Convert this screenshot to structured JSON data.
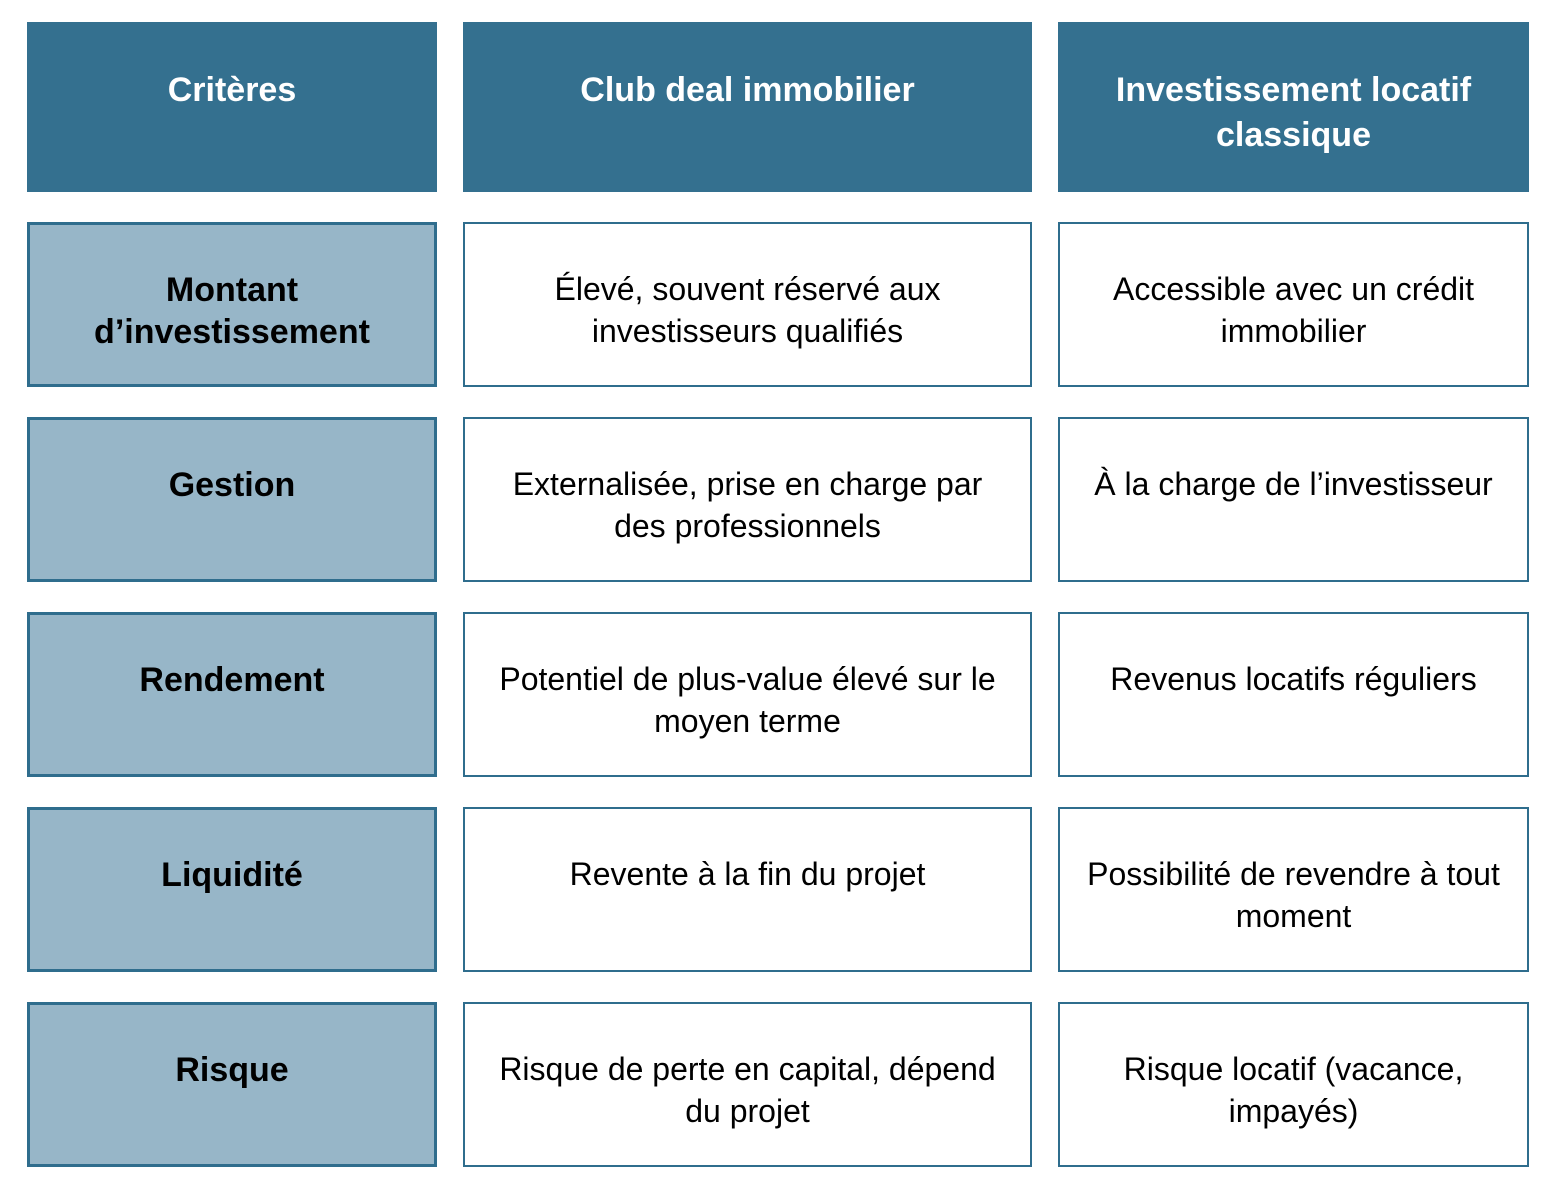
{
  "colors": {
    "header_bg": "#34708F",
    "header_text": "#FFFFFF",
    "row_label_bg": "#97B6C8",
    "cell_border": "#2F6D8D",
    "cell_bg": "#FFFFFF",
    "body_text": "#000000",
    "page_bg": "#FFFFFF"
  },
  "chart_data": {
    "type": "table",
    "title": "",
    "columns": [
      "Critères",
      "Club deal immobilier",
      "Investissement locatif classique"
    ],
    "rows": [
      [
        "Montant d’investissement",
        "Élevé, souvent réservé aux investisseurs qualifiés",
        "Accessible avec un crédit immobilier"
      ],
      [
        "Gestion",
        "Externalisée, prise en charge par des professionnels",
        "À la charge de l’investisseur"
      ],
      [
        "Rendement",
        "Potentiel de plus-value élevé sur le moyen terme",
        "Revenus locatifs réguliers"
      ],
      [
        "Liquidité",
        "Revente à la fin du projet",
        "Possibilité de revendre à tout moment"
      ],
      [
        "Risque",
        "Risque de perte en capital, dépend du projet",
        "Risque locatif (vacance, impayés)"
      ]
    ]
  },
  "table": {
    "header": {
      "criteria": "Critères",
      "club_deal": "Club deal immobilier",
      "classic": "Investissement locatif classique"
    },
    "rows": [
      {
        "label": "Montant d’investissement",
        "club_deal": "Élevé, souvent réservé aux investisseurs qualifiés",
        "classic": "Accessible avec un crédit immobilier"
      },
      {
        "label": "Gestion",
        "club_deal": "Externalisée, prise en charge par des professionnels",
        "classic": "À la charge de l’investisseur"
      },
      {
        "label": "Rendement",
        "club_deal": "Potentiel de plus-value élevé sur le moyen terme",
        "classic": "Revenus locatifs réguliers"
      },
      {
        "label": "Liquidité",
        "club_deal": "Revente à la fin du projet",
        "classic": "Possibilité de revendre à tout moment"
      },
      {
        "label": "Risque",
        "club_deal": "Risque de perte en capital, dépend du projet",
        "classic": "Risque locatif (vacance, impayés)"
      }
    ]
  }
}
